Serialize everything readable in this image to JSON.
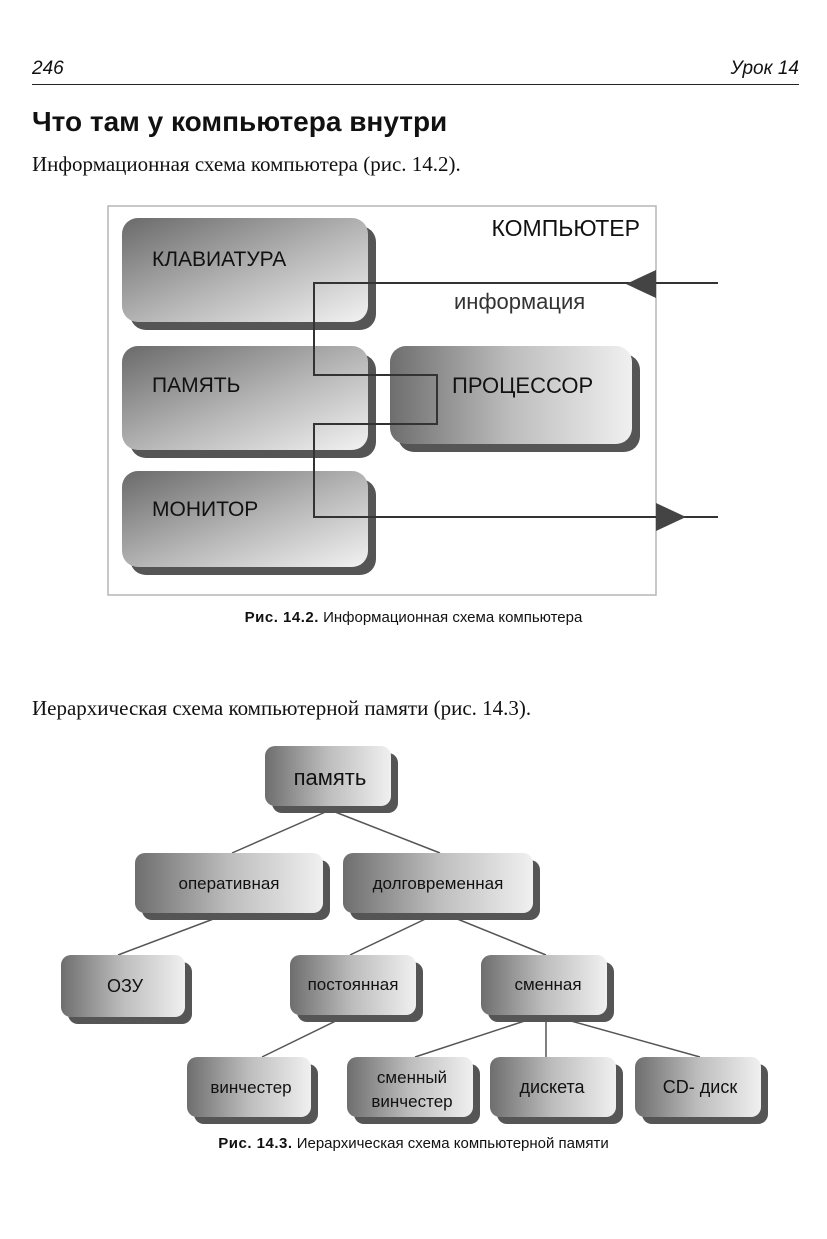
{
  "header": {
    "page_number": "246",
    "chapter": "Урок 14"
  },
  "section_title": "Что там у компьютера внутри",
  "paragraph_1": "Информационная схема компьютера (рис. 14.2).",
  "figure_1": {
    "frame_label": "КОМПЬЮТЕР",
    "info_label": "информация",
    "keyboard": "КЛАВИАТУРА",
    "memory": "ПАМЯТЬ",
    "monitor": "МОНИТОР",
    "processor": "ПРОЦЕССОР",
    "caption_num": "Рис. 14.2.",
    "caption_text": " Информационная схема компьютера"
  },
  "paragraph_2": "Иерархическая схема компьютерной памяти (рис. 14.3).",
  "figure_2": {
    "root": "память",
    "operative": "оперативная",
    "longterm": "долговременная",
    "ozu": "ОЗУ",
    "permanent": "постоянная",
    "removable": "сменная",
    "winchester": "винчестер",
    "removable_winchester_1": "сменный",
    "removable_winchester_2": "винчестер",
    "diskette": "дискета",
    "cd": "CD- диск",
    "caption_num": "Рис. 14.3.",
    "caption_text": " Иерархическая схема компьютерной памяти"
  }
}
